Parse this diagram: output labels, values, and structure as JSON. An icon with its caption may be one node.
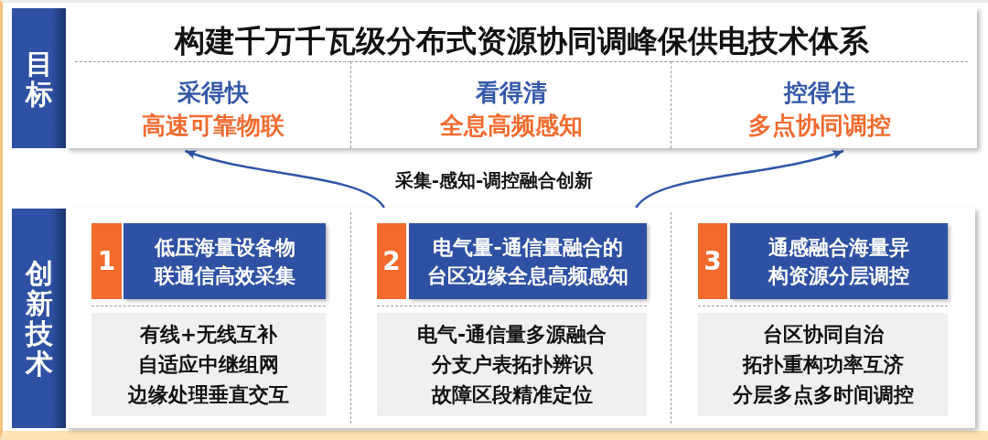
{
  "diagram": {
    "nodes": [
      {
        "text": [
          "目标"
        ]
      },
      {
        "text": [
          "构建千万千瓦级分布式资源协同调峰保供电技术体系"
        ]
      },
      {
        "text": [
          "采得快",
          "高速可靠物联"
        ],
        "in": 1
      },
      {
        "text": [
          "看得清",
          "全息高频感知"
        ],
        "in": 1
      },
      {
        "text": [
          "控得住",
          "多点协同调控"
        ],
        "in": 1
      },
      {
        "text": [
          "创新技术"
        ]
      },
      {
        "text": [],
        "shape": "box"
      },
      {
        "text": [
          "1"
        ],
        "in": 6
      },
      {
        "text": [
          "低压海量设备物联通信高效采集"
        ],
        "in": 6
      },
      {
        "text": [
          "有线+无线互补",
          "自适应中继组网",
          "边缘处理垂直交互"
        ],
        "in": 6
      },
      {
        "text": [
          "2"
        ],
        "in": 6
      },
      {
        "text": [
          "电气量-通信量融合的台区边缘全息高频感知"
        ],
        "in": 6
      },
      {
        "text": [
          "电气-通信量多源融合",
          "分支户表拓扑辨识",
          "故障区段精准定位"
        ],
        "in": 6
      },
      {
        "text": [
          "3"
        ],
        "in": 6
      },
      {
        "text": [
          "通感融合海量异构资源分层调控"
        ],
        "in": 6
      },
      {
        "text": [
          "台区协同自治",
          "拓扑重构功率互济",
          "分层多点多时间调控"
        ],
        "in": 6
      }
    ],
    "edges": [
      {
        "from": 6,
        "to": 2,
        "arrow": "to"
      },
      {
        "from": 6,
        "to": 4,
        "arrow": "to"
      }
    ],
    "labels": [
      "采集-感知-调控融合创新"
    ]
  }
}
